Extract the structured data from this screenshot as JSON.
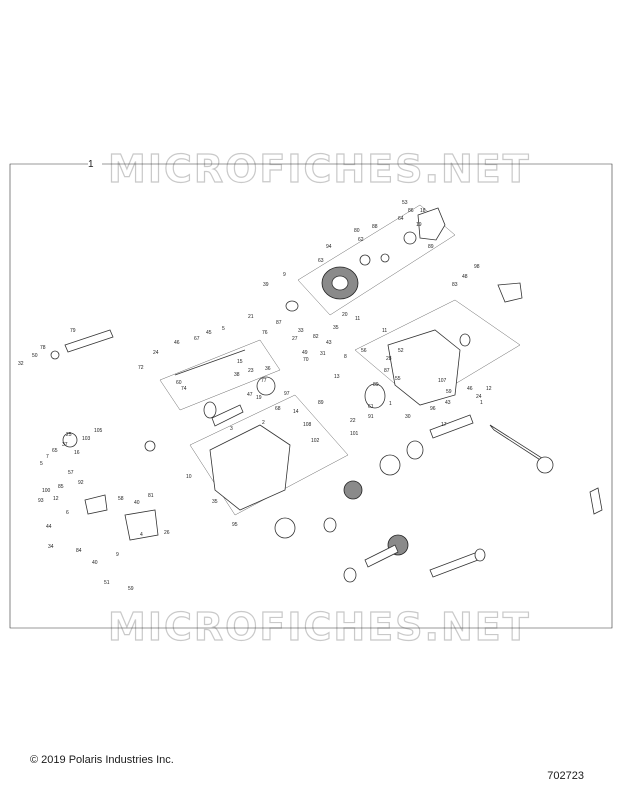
{
  "watermark": "MICROFICHES.NET",
  "assembly_callout": "1",
  "copyright": "© 2019 Polaris Industries Inc.",
  "diagram_number": "702723",
  "callouts": [
    "53",
    "86",
    "18",
    "64",
    "19",
    "88",
    "80",
    "62",
    "94",
    "89",
    "63",
    "9",
    "39",
    "98",
    "48",
    "83",
    "79",
    "78",
    "50",
    "32",
    "21",
    "87",
    "76",
    "5",
    "45",
    "67",
    "46",
    "49",
    "82",
    "43",
    "33",
    "27",
    "20",
    "11",
    "31",
    "35",
    "70",
    "72",
    "24",
    "15",
    "36",
    "23",
    "13",
    "38",
    "60",
    "74",
    "77",
    "19",
    "97",
    "47",
    "68",
    "2",
    "3",
    "14",
    "89",
    "91",
    "101",
    "108",
    "102",
    "56",
    "8",
    "11",
    "52",
    "28",
    "87",
    "55",
    "89",
    "30",
    "1",
    "61",
    "22",
    "96",
    "107",
    "59",
    "43",
    "17",
    "46",
    "24",
    "12",
    "1",
    "5",
    "7",
    "65",
    "37",
    "25",
    "103",
    "105",
    "16",
    "57",
    "92",
    "85",
    "100",
    "93",
    "12",
    "6",
    "44",
    "34",
    "84",
    "40",
    "51",
    "59",
    "58",
    "40",
    "81",
    "26",
    "9",
    "4",
    "10",
    "35",
    "95"
  ]
}
